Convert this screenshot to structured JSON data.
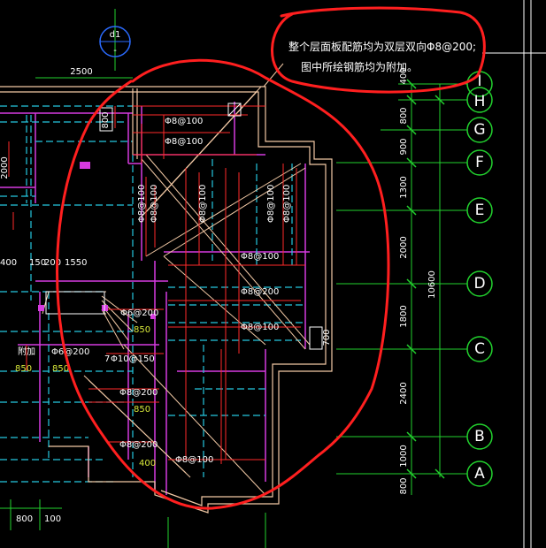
{
  "note": {
    "line1": "整个层面板配筋均为双层双向Φ8@200;",
    "line2": "图中所绘钢筋均为附加。"
  },
  "axis_bubble_top": {
    "label": "d1",
    "sub": "-"
  },
  "grid_axes": [
    "I",
    "H",
    "G",
    "F",
    "E",
    "D",
    "C",
    "B",
    "A"
  ],
  "vertical_dims": [
    "400",
    "800",
    "900",
    "1300",
    "2000",
    "1800",
    "2400",
    "1000",
    "800"
  ],
  "total_dim": "10600",
  "top_dim": "2500",
  "left_dims": {
    "d800": "800",
    "d2000": "2000",
    "row": [
      "400",
      "150",
      "200",
      "1550"
    ]
  },
  "bottom_dims": [
    "800",
    "100"
  ],
  "rebar_labels": [
    "Φ8@100",
    "Φ8@100",
    "Φ8@100",
    "Φ8@100",
    "Φ8@100",
    "Φ8@100",
    "Φ8@100",
    "Φ8@200",
    "Φ8@100",
    "Φ6@200",
    "Φ6@200",
    "Φ10@150",
    "Φ8@200",
    "Φ8@200",
    "Φ8@100"
  ],
  "yellow_labels": [
    "850",
    "850",
    "850",
    "850",
    "400"
  ],
  "misc_labels": {
    "side": "附加",
    "seven": "7",
    "d700": "700"
  },
  "colors": {
    "background": "#000000",
    "grid_green": "#22d22e",
    "wall_magenta": "#d63adf",
    "beam_cyan": "#25c8e0",
    "rebar_red": "#ff2a2a",
    "outline_peach": "#f2c9a5",
    "annotation_red": "#ff1f1f",
    "blue_bubble": "#2b6bff"
  }
}
